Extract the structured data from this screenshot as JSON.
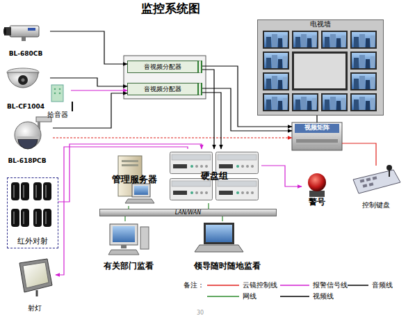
{
  "diagram": {
    "title": "监控系统图",
    "nodes": [
      {
        "text": [
          "BL-680CB"
        ]
      },
      {
        "text": [
          "BL-CF1004"
        ]
      },
      {
        "text": [
          "拾音器"
        ]
      },
      {
        "text": [
          "BL-618PCB"
        ]
      },
      {
        "text": [
          "音视频分配器"
        ]
      },
      {
        "text": [
          "音视频分配器"
        ]
      },
      {
        "text": [
          "电视墙"
        ]
      },
      {
        "text": [
          "视频矩阵"
        ]
      },
      {
        "text": [
          "控制键盘"
        ]
      },
      {
        "text": [
          "管理服务器"
        ]
      },
      {
        "text": [
          "硬盘组"
        ]
      },
      {
        "text": [
          "警号"
        ]
      },
      {
        "text": [
          "LAN/WAN"
        ]
      },
      {
        "text": [
          "有关部门监看"
        ]
      },
      {
        "text": [
          "领导随时随地监看"
        ]
      },
      {
        "text": [
          "红外对射"
        ]
      },
      {
        "text": [
          "射灯"
        ]
      }
    ],
    "edges": [
      {
        "from": 0,
        "to": 4,
        "arrow": "to"
      },
      {
        "from": 1,
        "to": 5,
        "arrow": "to"
      },
      {
        "from": 2,
        "to": 5,
        "arrow": "to"
      },
      {
        "from": 3,
        "to": 5,
        "arrow": "to"
      },
      {
        "from": 3,
        "to": 7,
        "arrow": "to"
      },
      {
        "from": 4,
        "to": 7,
        "arrow": "to"
      },
      {
        "from": 5,
        "to": 7,
        "arrow": "to"
      },
      {
        "from": 4,
        "to": 10,
        "arrow": "to"
      },
      {
        "from": 5,
        "to": 10,
        "arrow": "to"
      },
      {
        "from": 7,
        "to": 6,
        "arrow": "none"
      },
      {
        "from": 8,
        "to": 7,
        "arrow": "none"
      },
      {
        "from": 10,
        "to": 11,
        "arrow": "to"
      },
      {
        "from": 15,
        "to": 10,
        "arrow": "to"
      },
      {
        "from": 10,
        "to": 16,
        "arrow": "to"
      },
      {
        "from": 9,
        "to": 12,
        "arrow": "none"
      },
      {
        "from": 10,
        "to": 12,
        "arrow": "none"
      },
      {
        "from": 13,
        "to": 12,
        "arrow": "none"
      },
      {
        "from": 14,
        "to": 12,
        "arrow": "none"
      }
    ],
    "labels": [
      "备注：",
      "30"
    ],
    "legend": [
      {
        "text": "云镜控制线"
      },
      {
        "text": "报警信号线"
      },
      {
        "text": "音频线"
      },
      {
        "text": "网线"
      },
      {
        "text": "视频线"
      }
    ]
  }
}
